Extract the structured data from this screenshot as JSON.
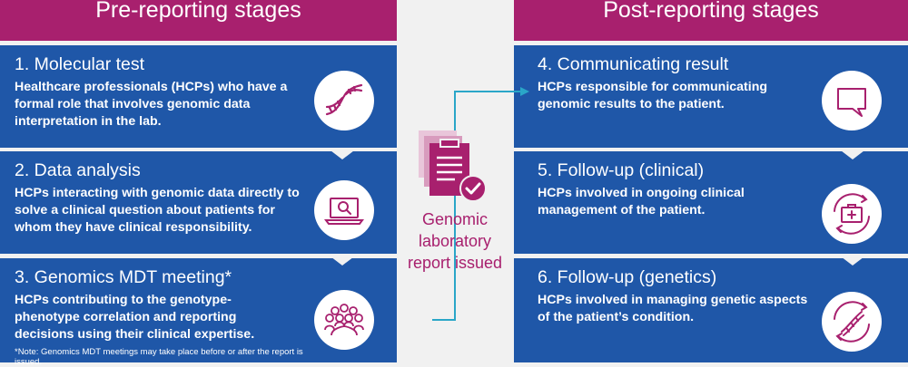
{
  "headers": {
    "left": "Pre-reporting stages",
    "right": "Post-reporting stages"
  },
  "pre_stages": [
    {
      "title": "1. Molecular test",
      "description": "Healthcare professionals (HCPs) who have a formal role that involves genomic data interpretation in the lab.",
      "icon": "dna-icon"
    },
    {
      "title": "2. Data analysis",
      "description": "HCPs interacting with genomic data directly to solve a clinical question about patients for whom they have clinical responsibility.",
      "icon": "laptop-search-icon"
    },
    {
      "title": "3. Genomics MDT meeting*",
      "description": "HCPs contributing to the genotype-phenotype correlation and reporting decisions using their clinical expertise.",
      "note": "*Note: Genomics MDT meetings may take place before or after the report is issued.",
      "icon": "group-people-icon"
    }
  ],
  "post_stages": [
    {
      "title": "4. Communicating result",
      "description": "HCPs responsible for communicating genomic results to the patient.",
      "icon": "speech-bubble-icon"
    },
    {
      "title": "5. Follow-up (clinical)",
      "description": "HCPs involved in ongoing clinical management of the patient.",
      "icon": "medical-kit-cycle-icon"
    },
    {
      "title": "6. Follow-up (genetics)",
      "description": "HCPs involved in managing genetic aspects of the patient’s condition.",
      "icon": "dna-cycle-icon"
    }
  ],
  "center": {
    "label": "Genomic laboratory report issued",
    "icon": "clipboard-check-icon"
  },
  "colors": {
    "magenta": "#a8206e",
    "blue": "#1f57a8",
    "teal": "#2aa6c8",
    "background": "#f1f1f1"
  }
}
